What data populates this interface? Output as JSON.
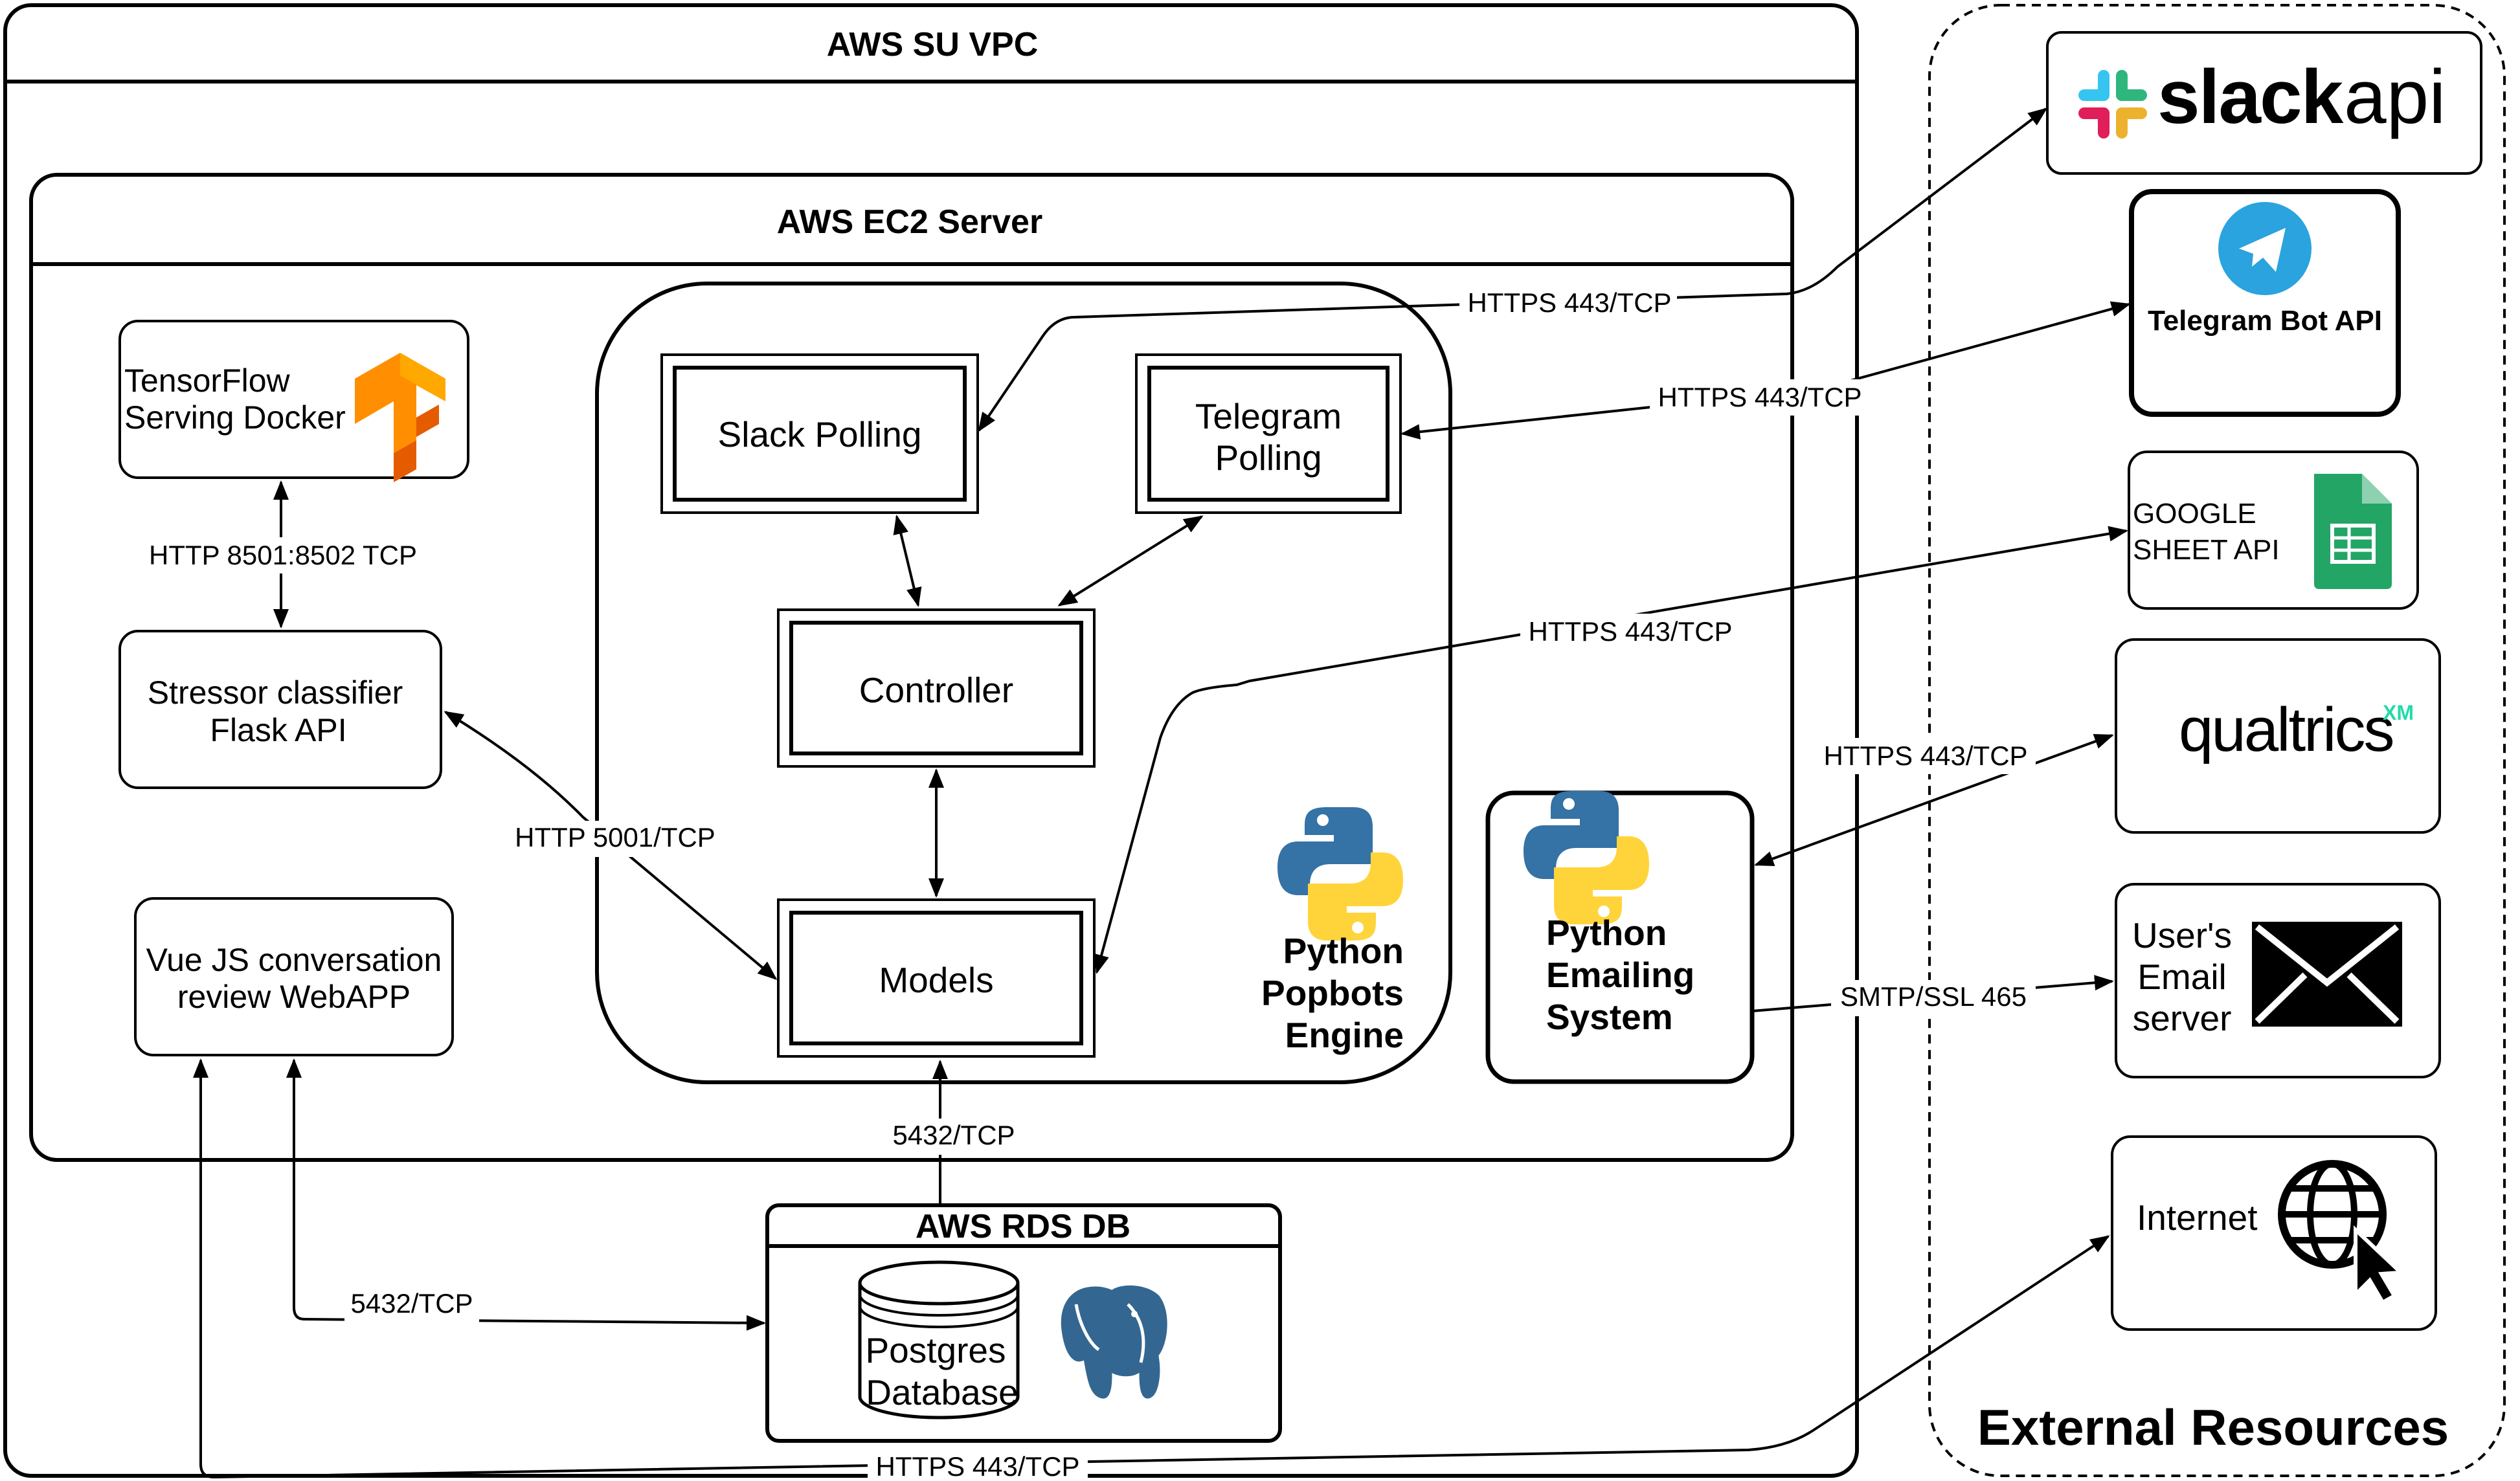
{
  "containers": {
    "vpc_title": "AWS SU VPC",
    "ec2_title": "AWS EC2 Server",
    "rds_title": "AWS RDS DB",
    "external_title": "External Resources"
  },
  "components": {
    "tensorflow_line1": "TensorFlow",
    "tensorflow_line2": "Serving Docker",
    "stressor_line1": "Stressor classifier",
    "stressor_line2": "Flask API",
    "vue_line1": "Vue JS conversation",
    "vue_line2": "review WebAPP",
    "slack_polling": "Slack Polling",
    "telegram_polling_line1": "Telegram",
    "telegram_polling_line2": "Polling",
    "controller": "Controller",
    "models": "Models",
    "popbots_line1": "Python",
    "popbots_line2": "Popbots",
    "popbots_line3": "Engine",
    "emailing_line1": "Python",
    "emailing_line2": "Emailing",
    "emailing_line3": "System",
    "postgres_line1": "Postgres",
    "postgres_line2": "Database"
  },
  "external": {
    "slack_word": "slack",
    "slack_api": "api",
    "telegram": "Telegram Bot API",
    "google_line1": "GOOGLE",
    "google_line2": "SHEET API",
    "qualtrics": "qualtrics",
    "qualtrics_xm": "XM",
    "email_line1": "User's",
    "email_line2": "Email",
    "email_line3": "server",
    "internet": "Internet"
  },
  "connections": {
    "http_8501": "HTTP 8501:8502 TCP",
    "http_5001": "HTTP 5001/TCP",
    "slack_https": "HTTPS 443/TCP",
    "telegram_https": "HTTPS 443/TCP",
    "google_https": "HTTPS 443/TCP",
    "qualtrics_https": "HTTPS 443/TCP",
    "smtp": "SMTP/SSL 465",
    "models_db": "5432/TCP",
    "vue_db": "5432/TCP",
    "internet_https": "HTTPS 443/TCP"
  },
  "colors": {
    "python_blue": "#3572A5",
    "python_yellow": "#FFD43B",
    "telegram_blue": "#2AA3DE",
    "google_green": "#23A566",
    "tensorflow_orange": "#FF8F00",
    "qualtrics_xm": "#21DBAA",
    "slack_red": "#E01E5A",
    "slack_green": "#2EB67D",
    "slack_blue": "#36C5F0",
    "slack_yellow": "#ECB22E",
    "postgres_blue": "#336791"
  }
}
